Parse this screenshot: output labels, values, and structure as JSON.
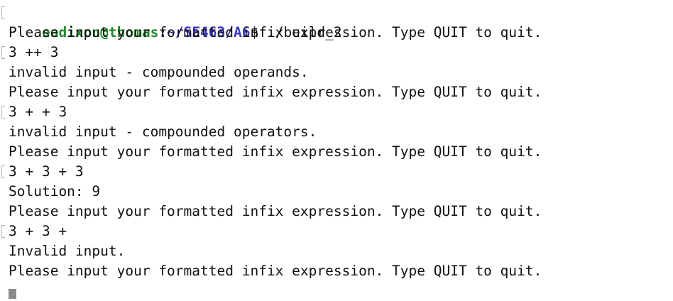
{
  "prompt": {
    "user_host": "eadixon@thomas",
    "separator": ":",
    "path": "~/SE463/A6",
    "symbol": "$",
    "command": " ./build_2"
  },
  "lines": [
    "Please input your formatted infix expression. Type QUIT to quit.",
    "3 ++ 3",
    "invalid input - compounded operands.",
    "Please input your formatted infix expression. Type QUIT to quit.",
    "3 + + 3",
    "invalid input - compounded operators.",
    "Please input your formatted infix expression. Type QUIT to quit.",
    "3 + 3 + 3",
    "Solution: 9",
    "Please input your formatted infix expression. Type QUIT to quit.",
    "3 + 3 +",
    "Invalid input.",
    "Please input your formatted infix expression. Type QUIT to quit."
  ],
  "colors": {
    "user_host": "#1f8a2a",
    "path": "#3b37c6",
    "cursor": "#8a8a8a"
  }
}
